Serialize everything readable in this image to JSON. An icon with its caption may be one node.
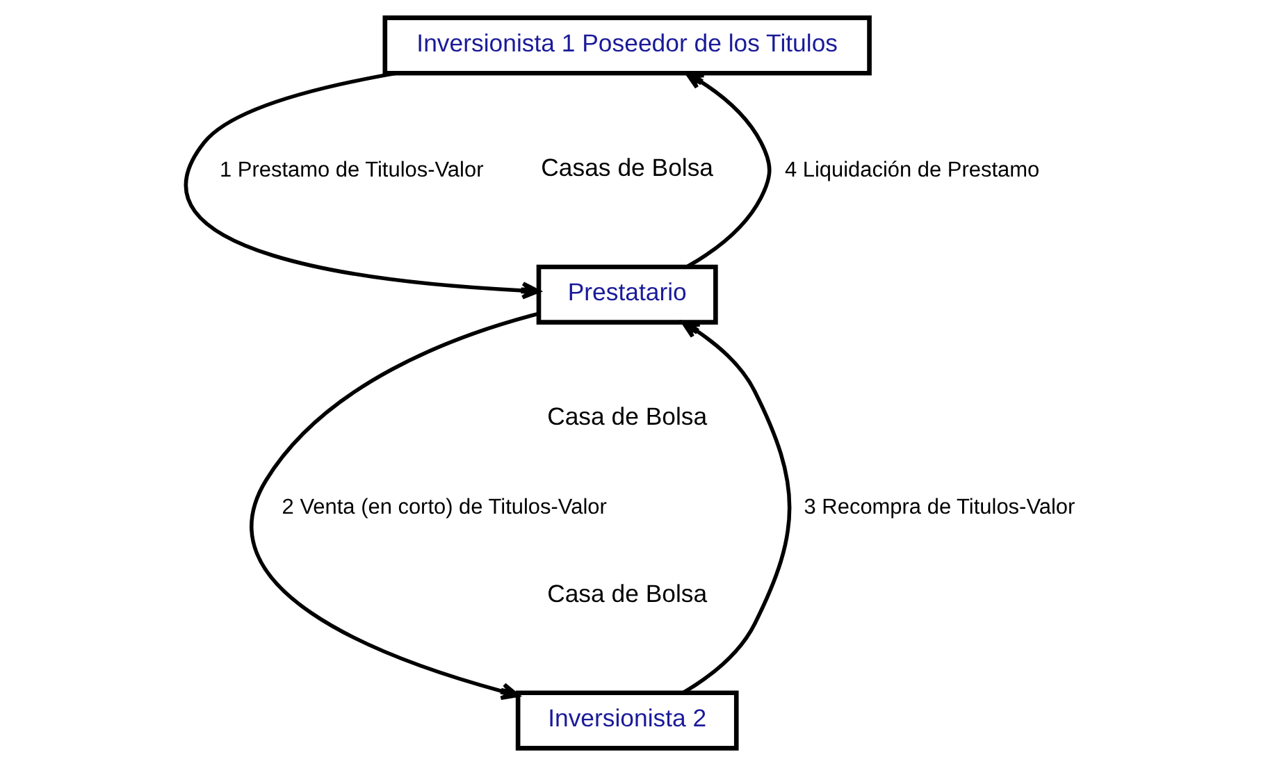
{
  "diagram": {
    "nodes": [
      {
        "text": [
          "Inversionista 1 Poseedor de los Titulos"
        ]
      },
      {
        "text": [
          "Prestatario"
        ]
      },
      {
        "text": [
          "Inversionista 2"
        ]
      }
    ],
    "edges": [
      {
        "from": 0,
        "to": 1,
        "arrow": "to",
        "label": "1 Prestamo de Titulos-Valor"
      },
      {
        "from": 1,
        "to": 0,
        "arrow": "to",
        "label": "4 Liquidación de Prestamo"
      },
      {
        "from": 1,
        "to": 2,
        "arrow": "to",
        "label": "2 Venta (en corto) de Titulos-Valor"
      },
      {
        "from": 2,
        "to": 1,
        "arrow": "to",
        "label": "3 Recompra de Titulos-Valor"
      }
    ],
    "labels": [
      "Casas de Bolsa",
      "Casa de Bolsa",
      "Casa de Bolsa"
    ]
  }
}
